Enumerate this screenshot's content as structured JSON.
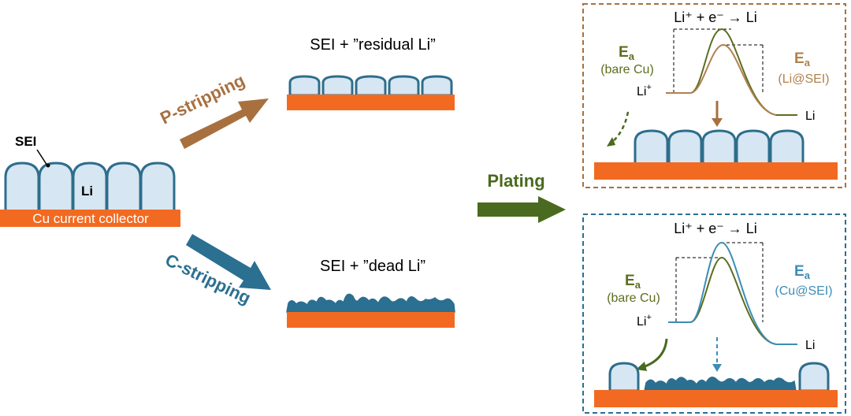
{
  "left": {
    "sei_label": "SEI",
    "li_label": "Li",
    "collector_label": "Cu current collector"
  },
  "p_branch": {
    "arrow_label": "P-stripping",
    "result_label": "SEI + ”residual Li”"
  },
  "c_branch": {
    "arrow_label": "C-stripping",
    "result_label": "SEI + ”dead Li”"
  },
  "middle": {
    "plating_label": "Plating"
  },
  "top_panel": {
    "reaction": "Li⁺ + e⁻ → Li",
    "ea_left_E": "E",
    "ea_left_sub": "a",
    "ea_left_note": "(bare Cu)",
    "ea_right_E": "E",
    "ea_right_sub": "a",
    "ea_right_note": "(Li@SEI)",
    "li_plus": "Li",
    "li_plus_sup": "+",
    "li_end": "Li"
  },
  "bottom_panel": {
    "reaction": "Li⁺ + e⁻ → Li",
    "ea_left_E": "E",
    "ea_left_sub": "a",
    "ea_left_note": "(bare Cu)",
    "ea_right_E": "E",
    "ea_right_sub": "a",
    "ea_right_note": "(Cu@SEI)",
    "li_plus": "Li",
    "li_plus_sup": "+",
    "li_end": "Li"
  },
  "colors": {
    "copper": "#f26a21",
    "sei_outline": "#2e6d8c",
    "li_fill": "#d6e6f2",
    "p_arrow": "#a8703f",
    "c_arrow": "#2b6f91",
    "plating_arrow": "#4a6a1f",
    "green_curve": "#5c6e1e",
    "brown_curve": "#b0814f",
    "blue_curve": "#3d8db5"
  }
}
